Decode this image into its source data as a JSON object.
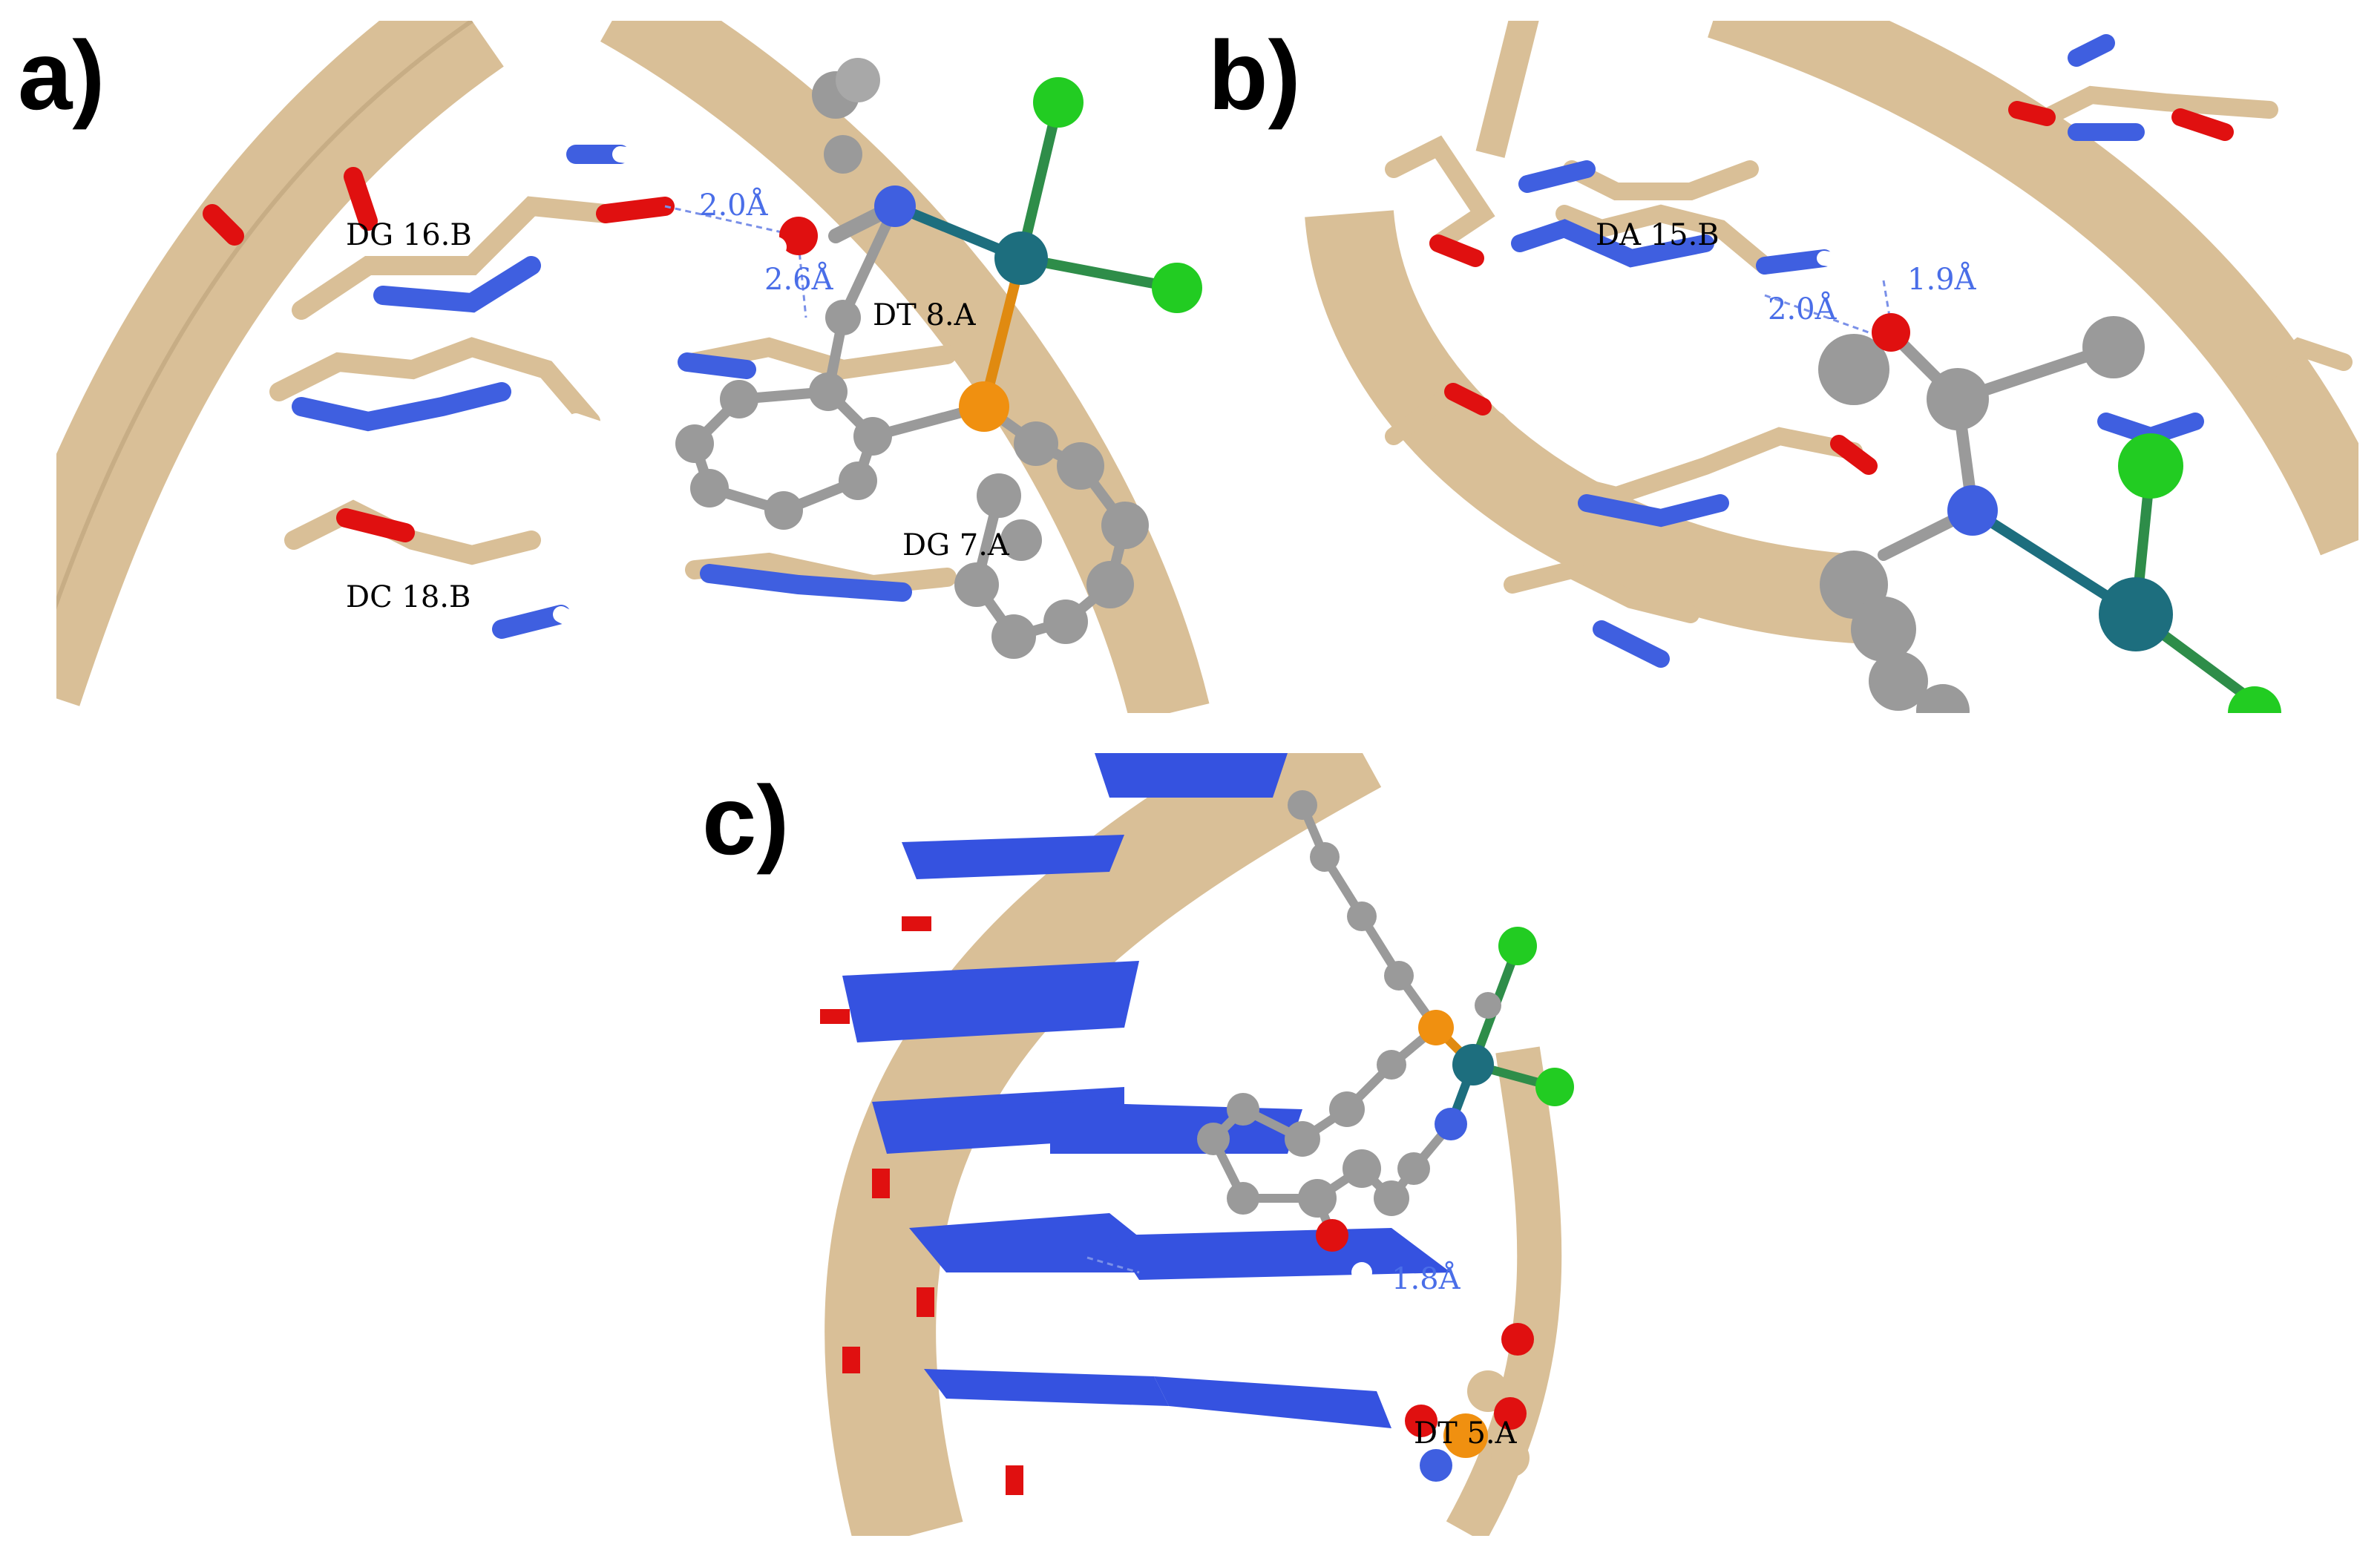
{
  "figure": {
    "panels": [
      {
        "letter": "a)",
        "residue_labels": [
          "DG 16.B",
          "DT 8.A",
          "DG 7.A",
          "DC 18.B"
        ],
        "distance_labels": [
          "2.0Å",
          "2.6Å"
        ]
      },
      {
        "letter": "b)",
        "residue_labels": [
          "DA 15.B"
        ],
        "distance_labels": [
          "2.0Å",
          "1.9Å"
        ]
      },
      {
        "letter": "c)",
        "residue_labels": [
          "DT 5.A"
        ],
        "distance_labels": [
          "1.8Å"
        ]
      }
    ]
  },
  "colors": {
    "dna_backbone": "#d9bf97",
    "nitrogen": "#3f5fe0",
    "oxygen": "#e01010",
    "hydrogen": "#ffffff",
    "carbon_ligand": "#9a9a9a",
    "chlorine": "#22cc22",
    "metal": "#1d6e7e",
    "phosphorus": "#f09010",
    "hbond_line": "#7a90e8",
    "base_slab": "#3552e0"
  }
}
